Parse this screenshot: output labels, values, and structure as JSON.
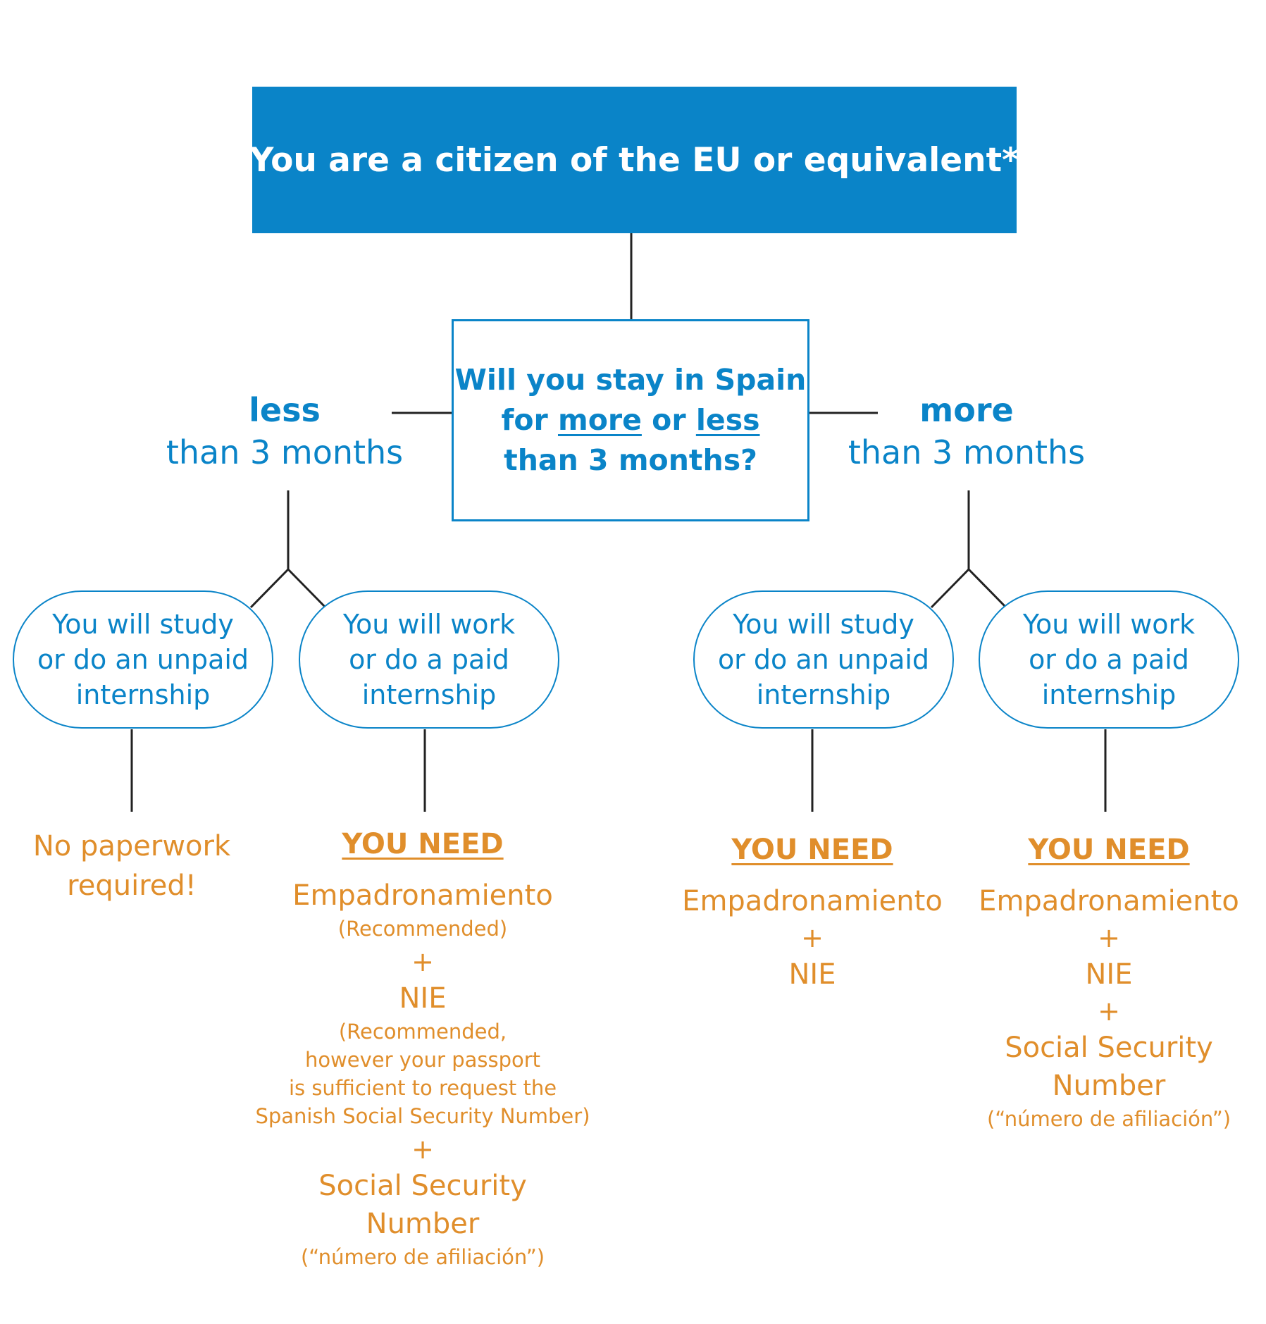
{
  "header": {
    "title": "You are a citizen of the EU or equivalent*"
  },
  "question": {
    "line1": "Will you stay in Spain",
    "line2_pre": "for ",
    "line2_more": "more",
    "line2_mid": " or ",
    "line2_less": "less",
    "line3": "than 3 months?"
  },
  "branches": {
    "less": {
      "bold": "less",
      "thin": "than 3 months"
    },
    "more": {
      "bold": "more",
      "thin": "than 3 months"
    }
  },
  "options": {
    "study": [
      "You will study",
      "or do an unpaid",
      "internship"
    ],
    "work": [
      "You will work",
      "or do a paid",
      "internship"
    ]
  },
  "results": {
    "less_study": [
      "No paperwork",
      "required!"
    ],
    "less_work": {
      "need": "YOU NEED",
      "empadronamiento": "Empadronamiento",
      "empadronamiento_note": "(Recommended)",
      "plus": "+",
      "nie": "NIE",
      "nie_note": [
        "(Recommended,",
        "however your passport",
        "is sufficient to request the",
        "Spanish Social Security Number)"
      ],
      "ss_line1": "Social Security",
      "ss_line2": "Number",
      "ss_note": "(“número de afiliación”)"
    },
    "more_study": {
      "need": "YOU NEED",
      "empadronamiento": "Empadronamiento",
      "plus": "+",
      "nie": "NIE"
    },
    "more_work": {
      "need": "YOU NEED",
      "empadronamiento": "Empadronamiento",
      "plus": "+",
      "nie": "NIE",
      "ss_line1": "Social Security",
      "ss_line2": "Number",
      "ss_note": "(“número de afiliación”)"
    }
  },
  "colors": {
    "blue": "#0a84c8",
    "orange": "#e08e2b",
    "line": "#222222"
  }
}
